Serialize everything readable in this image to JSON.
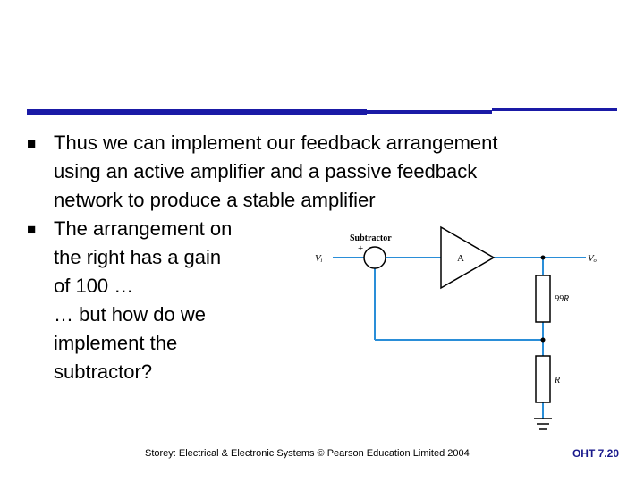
{
  "colors": {
    "accent": "#1a1aa6",
    "wire": "#2a8ed8",
    "text": "#000000",
    "footer_code": "#1a1a8c"
  },
  "bullets": [
    {
      "icon": "square-bullet-icon",
      "lines": [
        "Thus we can implement our feedback arrangement",
        "using an active amplifier and a passive feedback",
        "network to produce a stable amplifier"
      ]
    },
    {
      "icon": "square-bullet-icon",
      "lines": [
        "The arrangement on",
        "the right has a gain",
        "of 100 …",
        "… but how do we",
        "implement the",
        "subtractor?"
      ]
    }
  ],
  "diagram": {
    "subtractor_label": "Subtractor",
    "plus_sign": "+",
    "minus_sign": "−",
    "input_label": "Vᵢ",
    "output_label": "Vₒ",
    "amplifier_label": "A",
    "resistor_top_label": "99R",
    "resistor_bottom_label": "R"
  },
  "footer": {
    "credit": "Storey: Electrical & Electronic Systems © Pearson Education Limited 2004",
    "slide_code": "OHT 7.20"
  }
}
